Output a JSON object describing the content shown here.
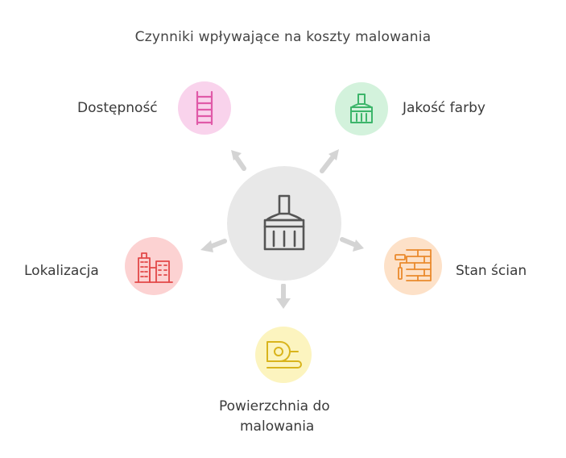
{
  "title": "Czynniki wpływające na koszty malowania",
  "center": {
    "icon": "paint-brush-icon",
    "fill": "#e8e8e8",
    "stroke": "#555555"
  },
  "factors": [
    {
      "id": "dostepnosc",
      "label": "Dostępność",
      "icon": "ladder-icon",
      "fill": "#f9d3ec",
      "stroke": "#e05aa8"
    },
    {
      "id": "jakosc-farby",
      "label": "Jakość farby",
      "icon": "paint-brush-icon",
      "fill": "#d3f2dc",
      "stroke": "#3cb56a"
    },
    {
      "id": "stan-scian",
      "label": "Stan ścian",
      "icon": "paint-roller-wall-icon",
      "fill": "#fde1c8",
      "stroke": "#ea8a2c"
    },
    {
      "id": "powierzchnia",
      "label_line1": "Powierzchnia do",
      "label_line2": "malowania",
      "icon": "tape-measure-icon",
      "fill": "#fcf4bf",
      "stroke": "#d9b41c"
    },
    {
      "id": "lokalizacja",
      "label": "Lokalizacja",
      "icon": "buildings-icon",
      "fill": "#fcd2d2",
      "stroke": "#e24848"
    }
  ],
  "arrow_color": "#d4d4d4"
}
